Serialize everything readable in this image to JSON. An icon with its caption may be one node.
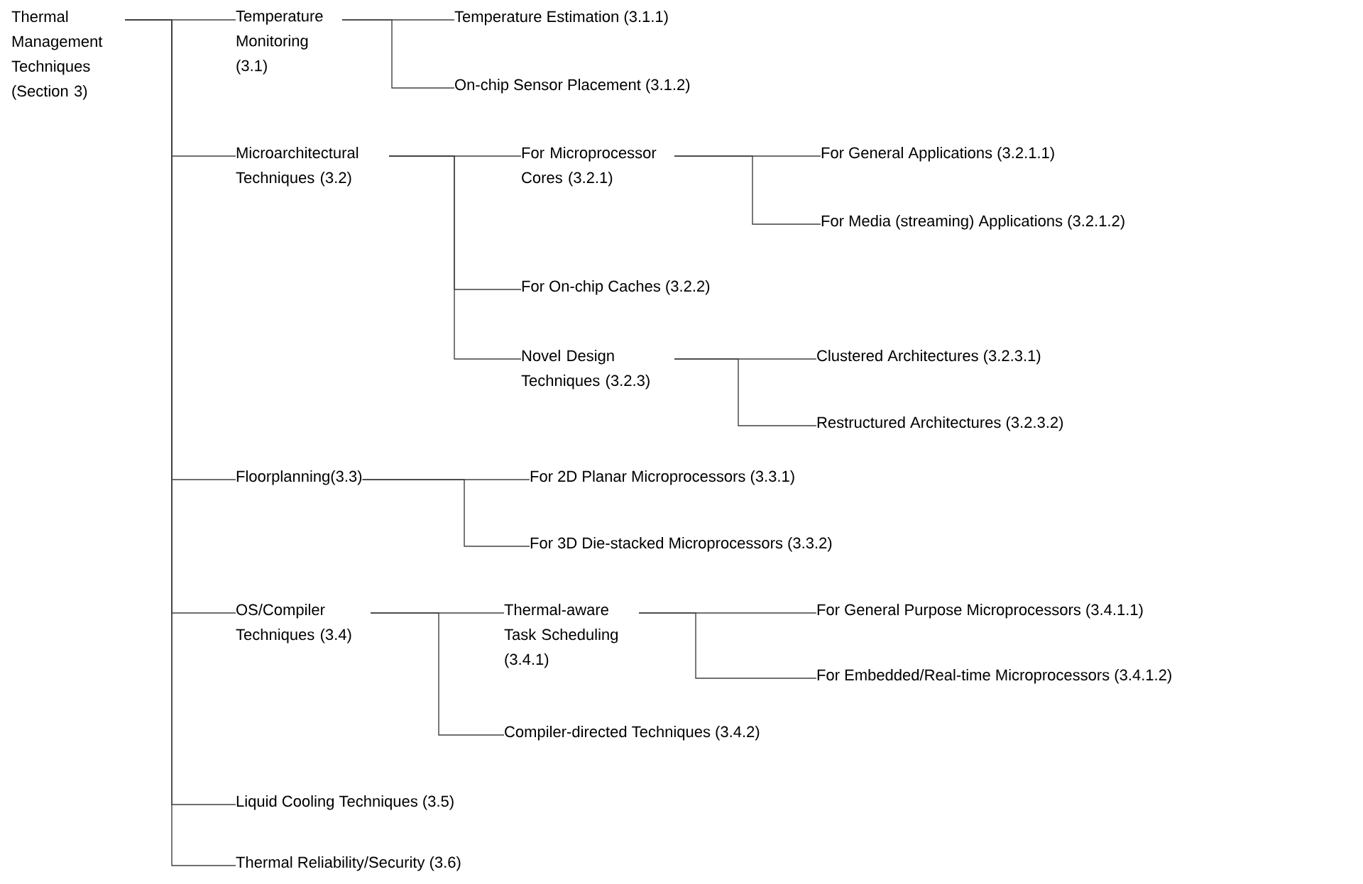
{
  "diagram": {
    "nodes": [
      {
        "text": [
          "Thermal Management Techniques (Section 3)"
        ]
      },
      {
        "text": [
          "Temperature Monitoring (3.1)"
        ]
      },
      {
        "text": [
          "Temperature Estimation (3.1.1)"
        ]
      },
      {
        "text": [
          "On-chip Sensor Placement (3.1.2)"
        ]
      },
      {
        "text": [
          "Microarchitectural Techniques (3.2)"
        ]
      },
      {
        "text": [
          "For Microprocessor Cores (3.2.1)"
        ]
      },
      {
        "text": [
          "For General Applications (3.2.1.1)"
        ]
      },
      {
        "text": [
          "For Media (streaming) Applications (3.2.1.2)"
        ]
      },
      {
        "text": [
          "For On-chip Caches (3.2.2)"
        ]
      },
      {
        "text": [
          "Novel Design Techniques (3.2.3)"
        ]
      },
      {
        "text": [
          "Clustered Architectures (3.2.3.1)"
        ]
      },
      {
        "text": [
          "Restructured Architectures (3.2.3.2)"
        ]
      },
      {
        "text": [
          "Floorplanning(3.3)"
        ]
      },
      {
        "text": [
          "For 2D Planar Microprocessors (3.3.1)"
        ]
      },
      {
        "text": [
          "For 3D Die-stacked Microprocessors (3.3.2)"
        ]
      },
      {
        "text": [
          "OS/Compiler Techniques (3.4)"
        ]
      },
      {
        "text": [
          "Thermal-aware Task Scheduling (3.4.1)"
        ]
      },
      {
        "text": [
          "For General Purpose Microprocessors (3.4.1.1)"
        ]
      },
      {
        "text": [
          "For Embedded/Real-time Microprocessors (3.4.1.2)"
        ]
      },
      {
        "text": [
          "Compiler-directed Techniques (3.4.2)"
        ]
      },
      {
        "text": [
          "Liquid Cooling Techniques (3.5)"
        ]
      },
      {
        "text": [
          "Thermal Reliability/Security (3.6)"
        ]
      }
    ],
    "edges": [
      {
        "from": 0,
        "to": 1,
        "arrow": "none"
      },
      {
        "from": 0,
        "to": 4,
        "arrow": "none"
      },
      {
        "from": 0,
        "to": 12,
        "arrow": "none"
      },
      {
        "from": 0,
        "to": 15,
        "arrow": "none"
      },
      {
        "from": 0,
        "to": 20,
        "arrow": "none"
      },
      {
        "from": 0,
        "to": 21,
        "arrow": "none"
      },
      {
        "from": 1,
        "to": 2,
        "arrow": "none"
      },
      {
        "from": 1,
        "to": 3,
        "arrow": "none"
      },
      {
        "from": 4,
        "to": 5,
        "arrow": "none"
      },
      {
        "from": 4,
        "to": 8,
        "arrow": "none"
      },
      {
        "from": 4,
        "to": 9,
        "arrow": "none"
      },
      {
        "from": 5,
        "to": 6,
        "arrow": "none"
      },
      {
        "from": 5,
        "to": 7,
        "arrow": "none"
      },
      {
        "from": 9,
        "to": 10,
        "arrow": "none"
      },
      {
        "from": 9,
        "to": 11,
        "arrow": "none"
      },
      {
        "from": 12,
        "to": 13,
        "arrow": "none"
      },
      {
        "from": 12,
        "to": 14,
        "arrow": "none"
      },
      {
        "from": 15,
        "to": 16,
        "arrow": "none"
      },
      {
        "from": 15,
        "to": 19,
        "arrow": "none"
      },
      {
        "from": 16,
        "to": 17,
        "arrow": "none"
      },
      {
        "from": 16,
        "to": 18,
        "arrow": "none"
      }
    ]
  }
}
